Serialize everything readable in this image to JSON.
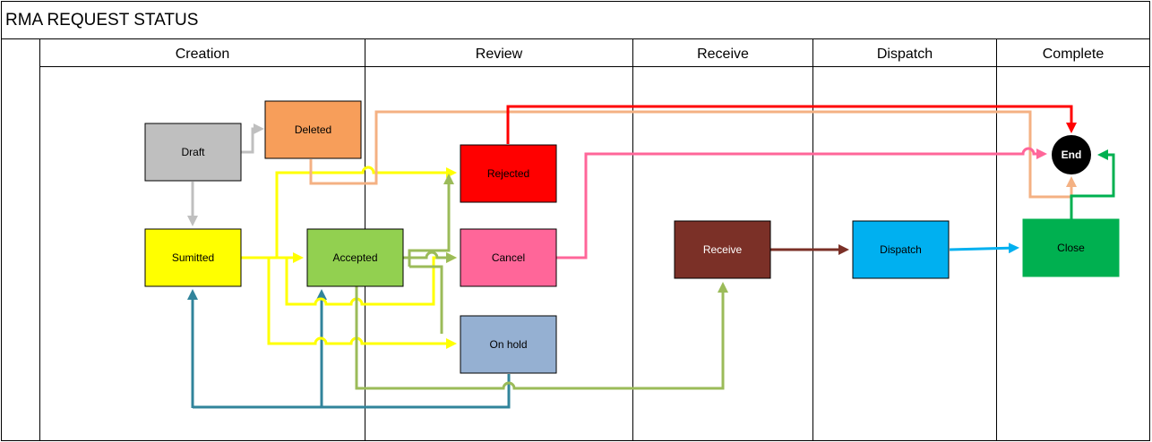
{
  "title": "RMA REQUEST STATUS",
  "lanes": [
    "Creation",
    "Review",
    "Receive",
    "Dispatch",
    "Complete"
  ],
  "nodes": {
    "draft": {
      "label": "Draft",
      "color": "#bfbfbf"
    },
    "deleted": {
      "label": "Deleted",
      "color": "#f79e5a"
    },
    "sumitted": {
      "label": "Sumitted",
      "color": "#ffff00"
    },
    "accepted": {
      "label": "Accepted",
      "color": "#92d050"
    },
    "rejected": {
      "label": "Rejected",
      "color": "#ff0000"
    },
    "cancel": {
      "label": "Cancel",
      "color": "#ff6699"
    },
    "on_hold": {
      "label": "On hold",
      "color": "#95b0d2"
    },
    "receive": {
      "label": "Receive",
      "color": "#7b3027"
    },
    "dispatch": {
      "label": "Dispatch",
      "color": "#00b0f0"
    },
    "close": {
      "label": "Close",
      "color": "#00b050"
    },
    "end": {
      "label": "End",
      "color": "#000000"
    }
  },
  "connector_colors": {
    "grey": "#bfbfbf",
    "yellow": "#ffff00",
    "olive": "#9bbb59",
    "teal": "#31849b",
    "peach": "#f4b183",
    "pink": "#ff6699",
    "red": "#ff0000",
    "brown": "#7b3027",
    "blue": "#00b0f0",
    "green": "#00b050"
  }
}
